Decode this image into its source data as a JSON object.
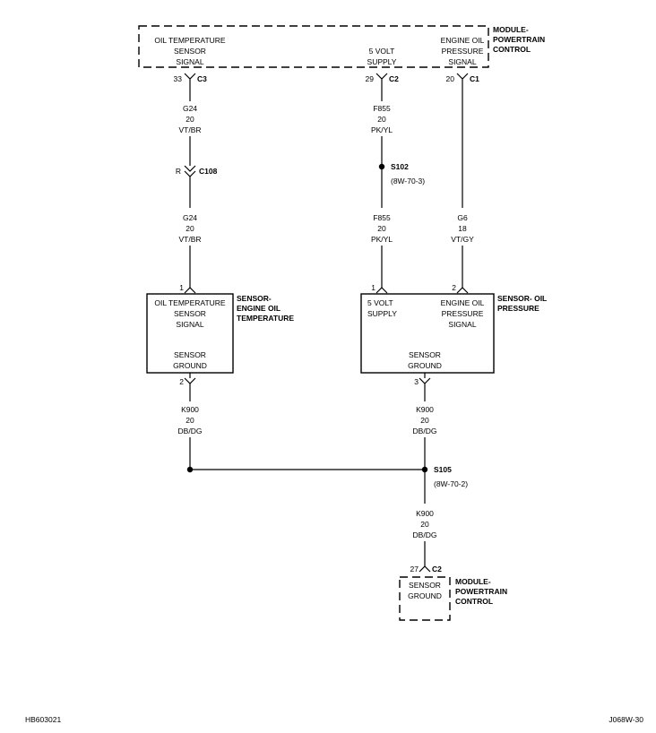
{
  "pcm_top": {
    "name_line1": "MODULE-",
    "name_line2": "POWERTRAIN",
    "name_line3": "CONTROL",
    "oil_temp_signal": [
      "OIL TEMPERATURE",
      "SENSOR",
      "SIGNAL"
    ],
    "five_volt_supply": [
      "5 VOLT",
      "SUPPLY"
    ],
    "oil_pressure_signal": [
      "ENGINE OIL",
      "PRESSURE",
      "SIGNAL"
    ],
    "pin_oil_temp": "33",
    "conn_oil_temp": "C3",
    "pin_5v": "29",
    "conn_5v": "C2",
    "pin_oil_press": "20",
    "conn_oil_press": "C1"
  },
  "wires": {
    "g24_upper": [
      "G24",
      "20",
      "VT/BR"
    ],
    "g24_lower": [
      "G24",
      "20",
      "VT/BR"
    ],
    "f855_upper": [
      "F855",
      "20",
      "PK/YL"
    ],
    "f855_lower": [
      "F855",
      "20",
      "PK/YL"
    ],
    "g6": [
      "G6",
      "18",
      "VT/GY"
    ],
    "k900_left": [
      "K900",
      "20",
      "DB/DG"
    ],
    "k900_right": [
      "K900",
      "20",
      "DB/DG"
    ],
    "k900_bottom": [
      "K900",
      "20",
      "DB/DG"
    ]
  },
  "inline_connector": {
    "cavity": "R",
    "name": "C108"
  },
  "splices": {
    "s102_name": "S102",
    "s102_ref": "(8W-70-3)",
    "s105_name": "S105",
    "s105_ref": "(8W-70-2)"
  },
  "oil_temp_sensor": {
    "name": [
      "SENSOR-",
      "ENGINE OIL",
      "TEMPERATURE"
    ],
    "signal": [
      "OIL TEMPERATURE",
      "SENSOR",
      "SIGNAL"
    ],
    "ground": [
      "SENSOR",
      "GROUND"
    ],
    "pin_signal": "1",
    "pin_ground": "2"
  },
  "oil_pressure_sensor": {
    "name": [
      "SENSOR- OIL",
      "PRESSURE"
    ],
    "supply": [
      "5 VOLT",
      "SUPPLY"
    ],
    "signal": [
      "ENGINE OIL",
      "PRESSURE",
      "SIGNAL"
    ],
    "ground": [
      "SENSOR",
      "GROUND"
    ],
    "pin_supply": "1",
    "pin_signal": "2",
    "pin_ground": "3"
  },
  "pcm_bottom": {
    "name": [
      "MODULE-",
      "POWERTRAIN",
      "CONTROL"
    ],
    "ground": [
      "SENSOR",
      "GROUND"
    ],
    "pin": "27",
    "conn": "C2"
  },
  "footer": {
    "left_code": "HB603021",
    "right_code": "J068W-30"
  }
}
